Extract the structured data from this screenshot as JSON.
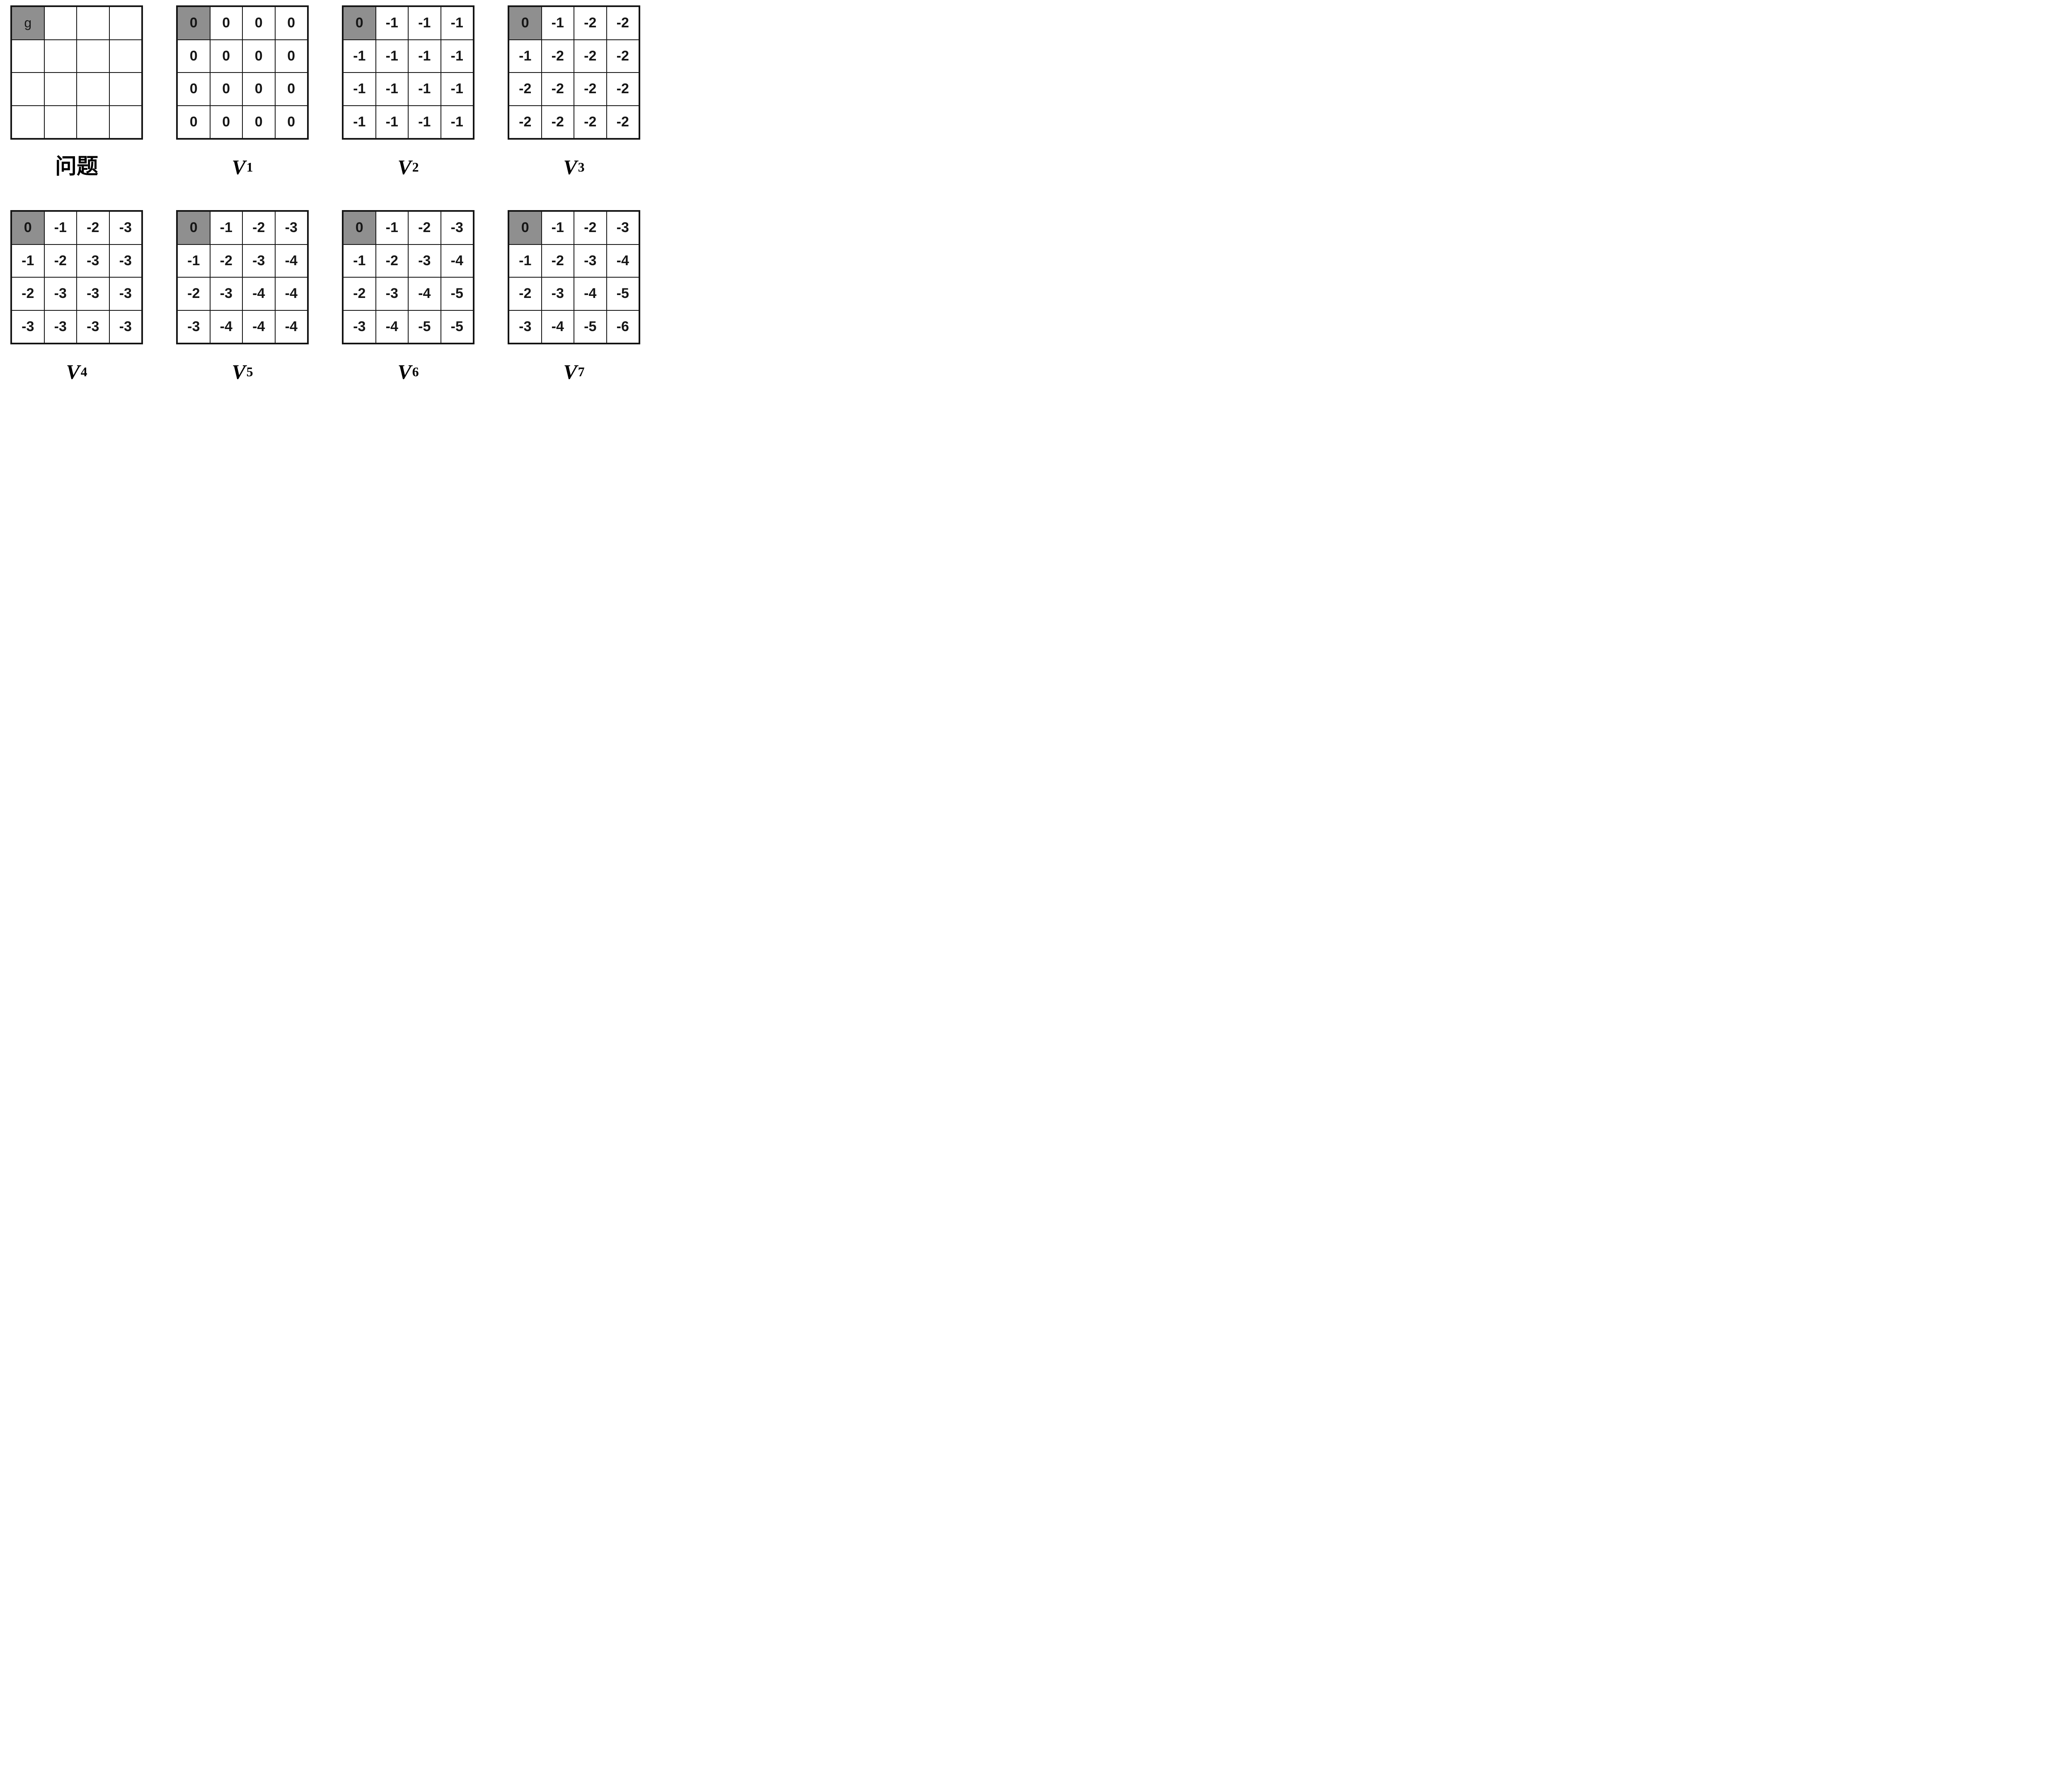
{
  "figure": {
    "colors": {
      "goal_cell_fill": "#8f8f8f",
      "grid_line": "#141414",
      "cell_text": "#161616",
      "background": "#ffffff"
    },
    "rows": [
      {
        "panels": [
          {
            "id": "problem",
            "caption": {
              "text": "问题"
            },
            "highlight": {
              "row": 0,
              "col": 0
            },
            "cells": [
              [
                "g",
                "",
                "",
                ""
              ],
              [
                "",
                "",
                "",
                ""
              ],
              [
                "",
                "",
                "",
                ""
              ],
              [
                "",
                "",
                "",
                ""
              ]
            ]
          },
          {
            "id": "v1",
            "caption": {
              "base": "V",
              "sub": "1"
            },
            "highlight": {
              "row": 0,
              "col": 0
            },
            "cells": [
              [
                "0",
                "0",
                "0",
                "0"
              ],
              [
                "0",
                "0",
                "0",
                "0"
              ],
              [
                "0",
                "0",
                "0",
                "0"
              ],
              [
                "0",
                "0",
                "0",
                "0"
              ]
            ]
          },
          {
            "id": "v2",
            "caption": {
              "base": "V",
              "sub": "2"
            },
            "highlight": {
              "row": 0,
              "col": 0
            },
            "cells": [
              [
                "0",
                "-1",
                "-1",
                "-1"
              ],
              [
                "-1",
                "-1",
                "-1",
                "-1"
              ],
              [
                "-1",
                "-1",
                "-1",
                "-1"
              ],
              [
                "-1",
                "-1",
                "-1",
                "-1"
              ]
            ]
          },
          {
            "id": "v3",
            "caption": {
              "base": "V",
              "sub": "3"
            },
            "highlight": {
              "row": 0,
              "col": 0
            },
            "cells": [
              [
                "0",
                "-1",
                "-2",
                "-2"
              ],
              [
                "-1",
                "-2",
                "-2",
                "-2"
              ],
              [
                "-2",
                "-2",
                "-2",
                "-2"
              ],
              [
                "-2",
                "-2",
                "-2",
                "-2"
              ]
            ]
          }
        ]
      },
      {
        "panels": [
          {
            "id": "v4",
            "caption": {
              "base": "V",
              "sub": "4"
            },
            "highlight": {
              "row": 0,
              "col": 0
            },
            "cells": [
              [
                "0",
                "-1",
                "-2",
                "-3"
              ],
              [
                "-1",
                "-2",
                "-3",
                "-3"
              ],
              [
                "-2",
                "-3",
                "-3",
                "-3"
              ],
              [
                "-3",
                "-3",
                "-3",
                "-3"
              ]
            ]
          },
          {
            "id": "v5",
            "caption": {
              "base": "V",
              "sub": "5"
            },
            "highlight": {
              "row": 0,
              "col": 0
            },
            "cells": [
              [
                "0",
                "-1",
                "-2",
                "-3"
              ],
              [
                "-1",
                "-2",
                "-3",
                "-4"
              ],
              [
                "-2",
                "-3",
                "-4",
                "-4"
              ],
              [
                "-3",
                "-4",
                "-4",
                "-4"
              ]
            ]
          },
          {
            "id": "v6",
            "caption": {
              "base": "V",
              "sub": "6"
            },
            "highlight": {
              "row": 0,
              "col": 0
            },
            "cells": [
              [
                "0",
                "-1",
                "-2",
                "-3"
              ],
              [
                "-1",
                "-2",
                "-3",
                "-4"
              ],
              [
                "-2",
                "-3",
                "-4",
                "-5"
              ],
              [
                "-3",
                "-4",
                "-5",
                "-5"
              ]
            ]
          },
          {
            "id": "v7",
            "caption": {
              "base": "V",
              "sub": "7"
            },
            "highlight": {
              "row": 0,
              "col": 0
            },
            "cells": [
              [
                "0",
                "-1",
                "-2",
                "-3"
              ],
              [
                "-1",
                "-2",
                "-3",
                "-4"
              ],
              [
                "-2",
                "-3",
                "-4",
                "-5"
              ],
              [
                "-3",
                "-4",
                "-5",
                "-6"
              ]
            ]
          }
        ]
      }
    ]
  }
}
